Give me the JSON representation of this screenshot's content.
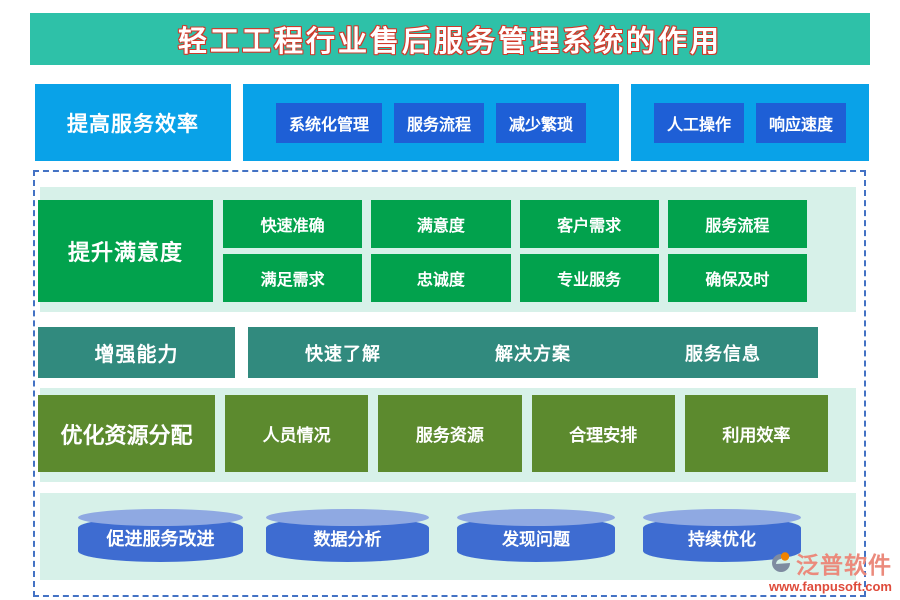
{
  "page": {
    "title": "轻工工程行业售后服务管理系统的作用"
  },
  "colors": {
    "header_teal": "#2EC1A8",
    "cyan": "#09A2E8",
    "button_blue": "#1E5FD6",
    "green": "#02A24D",
    "dark_teal": "#318A7E",
    "olive_green": "#5C8A2E",
    "mint_panel": "#D7F1E9",
    "cylinder_body": "#3E6CD1",
    "cylinder_top": "#8FA9E2",
    "dashed_border": "#4472C4",
    "title_outline_red": "#D03A2B"
  },
  "sections": {
    "efficiency": {
      "label": "提高服务效率",
      "group1": [
        "系统化管理",
        "服务流程",
        "减少繁琐"
      ],
      "group2": [
        "人工操作",
        "响应速度"
      ]
    },
    "satisfaction": {
      "label": "提升满意度",
      "items": [
        "快速准确",
        "满意度",
        "客户需求",
        "服务流程",
        "满足需求",
        "忠诚度",
        "专业服务",
        "确保及时"
      ]
    },
    "capability": {
      "label": "增强能力",
      "items": [
        "快速了解",
        "解决方案",
        "服务信息"
      ]
    },
    "resources": {
      "label": "优化资源分配",
      "items": [
        "人员情况",
        "服务资源",
        "合理安排",
        "利用效率"
      ]
    },
    "improvement": {
      "label": "促进服务改进",
      "items": [
        "数据分析",
        "发现问题",
        "持续优化"
      ]
    }
  },
  "watermark": {
    "brand": "泛普软件",
    "url": "www.fanpusoft.com"
  }
}
